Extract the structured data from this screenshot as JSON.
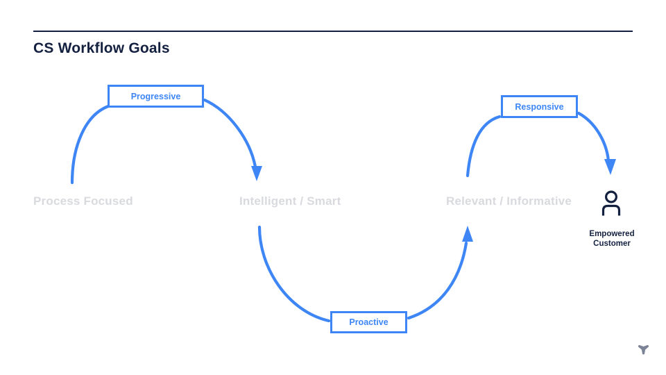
{
  "slide": {
    "title": "CS Workflow Goals"
  },
  "diagram": {
    "stages": [
      {
        "id": "process-focused",
        "label": "Process Focused"
      },
      {
        "id": "intelligent-smart",
        "label": "Intelligent / Smart"
      },
      {
        "id": "relevant-informative",
        "label": "Relevant / Informative"
      }
    ],
    "connectors": [
      {
        "id": "progressive",
        "label": "Progressive",
        "from": "Process Focused",
        "to": "Intelligent / Smart"
      },
      {
        "id": "proactive",
        "label": "Proactive",
        "from": "Intelligent / Smart",
        "to": "Relevant / Informative"
      },
      {
        "id": "responsive",
        "label": "Responsive",
        "from": "Relevant / Informative",
        "to": "Empowered Customer"
      }
    ],
    "end_state": {
      "icon": "person-icon",
      "label_line1": "Empowered",
      "label_line2": "Customer"
    }
  },
  "branding": {
    "watermark_icon": "three-prong-logo-icon"
  },
  "colors": {
    "accent_blue": "#3e86f5",
    "navy": "#14203f",
    "muted_label_gray": "#d8dade",
    "watermark_gray": "#7d8396",
    "background": "#ffffff"
  }
}
